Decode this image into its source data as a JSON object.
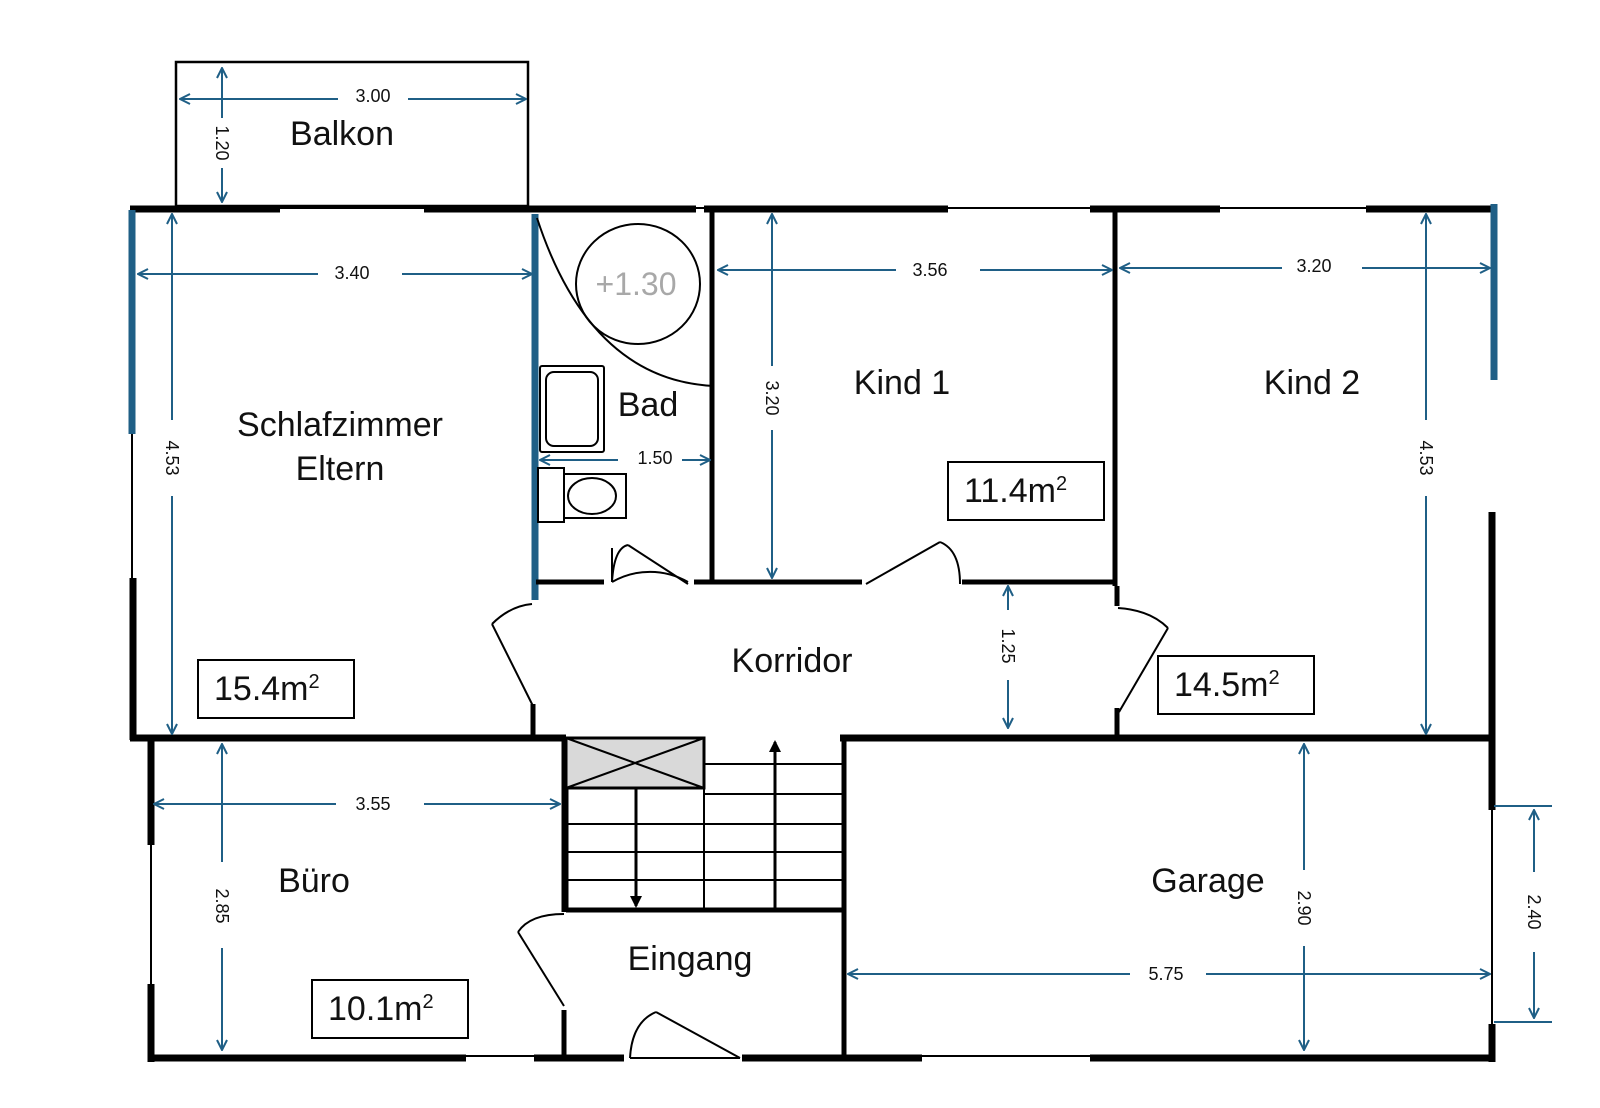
{
  "rooms": {
    "balkon": "Balkon",
    "schlafzimmer_line1": "Schlafzimmer",
    "schlafzimmer_line2": "Eltern",
    "bad": "Bad",
    "kind1": "Kind 1",
    "kind2": "Kind 2",
    "korridor": "Korridor",
    "buero": "Büro",
    "eingang": "Eingang",
    "garage": "Garage"
  },
  "areas": {
    "schlafzimmer": "15.4m",
    "kind1": "11.4m",
    "kind2": "14.5m",
    "buero": "10.1m",
    "unit_exponent": "2"
  },
  "bad_level": "+1.30",
  "dimensions": {
    "balkon_width": "3.00",
    "balkon_depth": "1.20",
    "schlafzimmer_width": "3.40",
    "schlafzimmer_depth": "4.53",
    "bad_width": "1.50",
    "kind1_width": "3.56",
    "kind1_depth": "3.20",
    "kind2_width": "3.20",
    "kind2_depth": "4.53",
    "korridor_depth": "1.25",
    "buero_width": "3.55",
    "buero_depth": "2.85",
    "garage_width": "5.75",
    "garage_depth": "2.90",
    "garage_door": "2.40"
  },
  "colors": {
    "dimension": "#1f5f86",
    "wall": "#000000",
    "level_text": "#a8a8a8"
  }
}
